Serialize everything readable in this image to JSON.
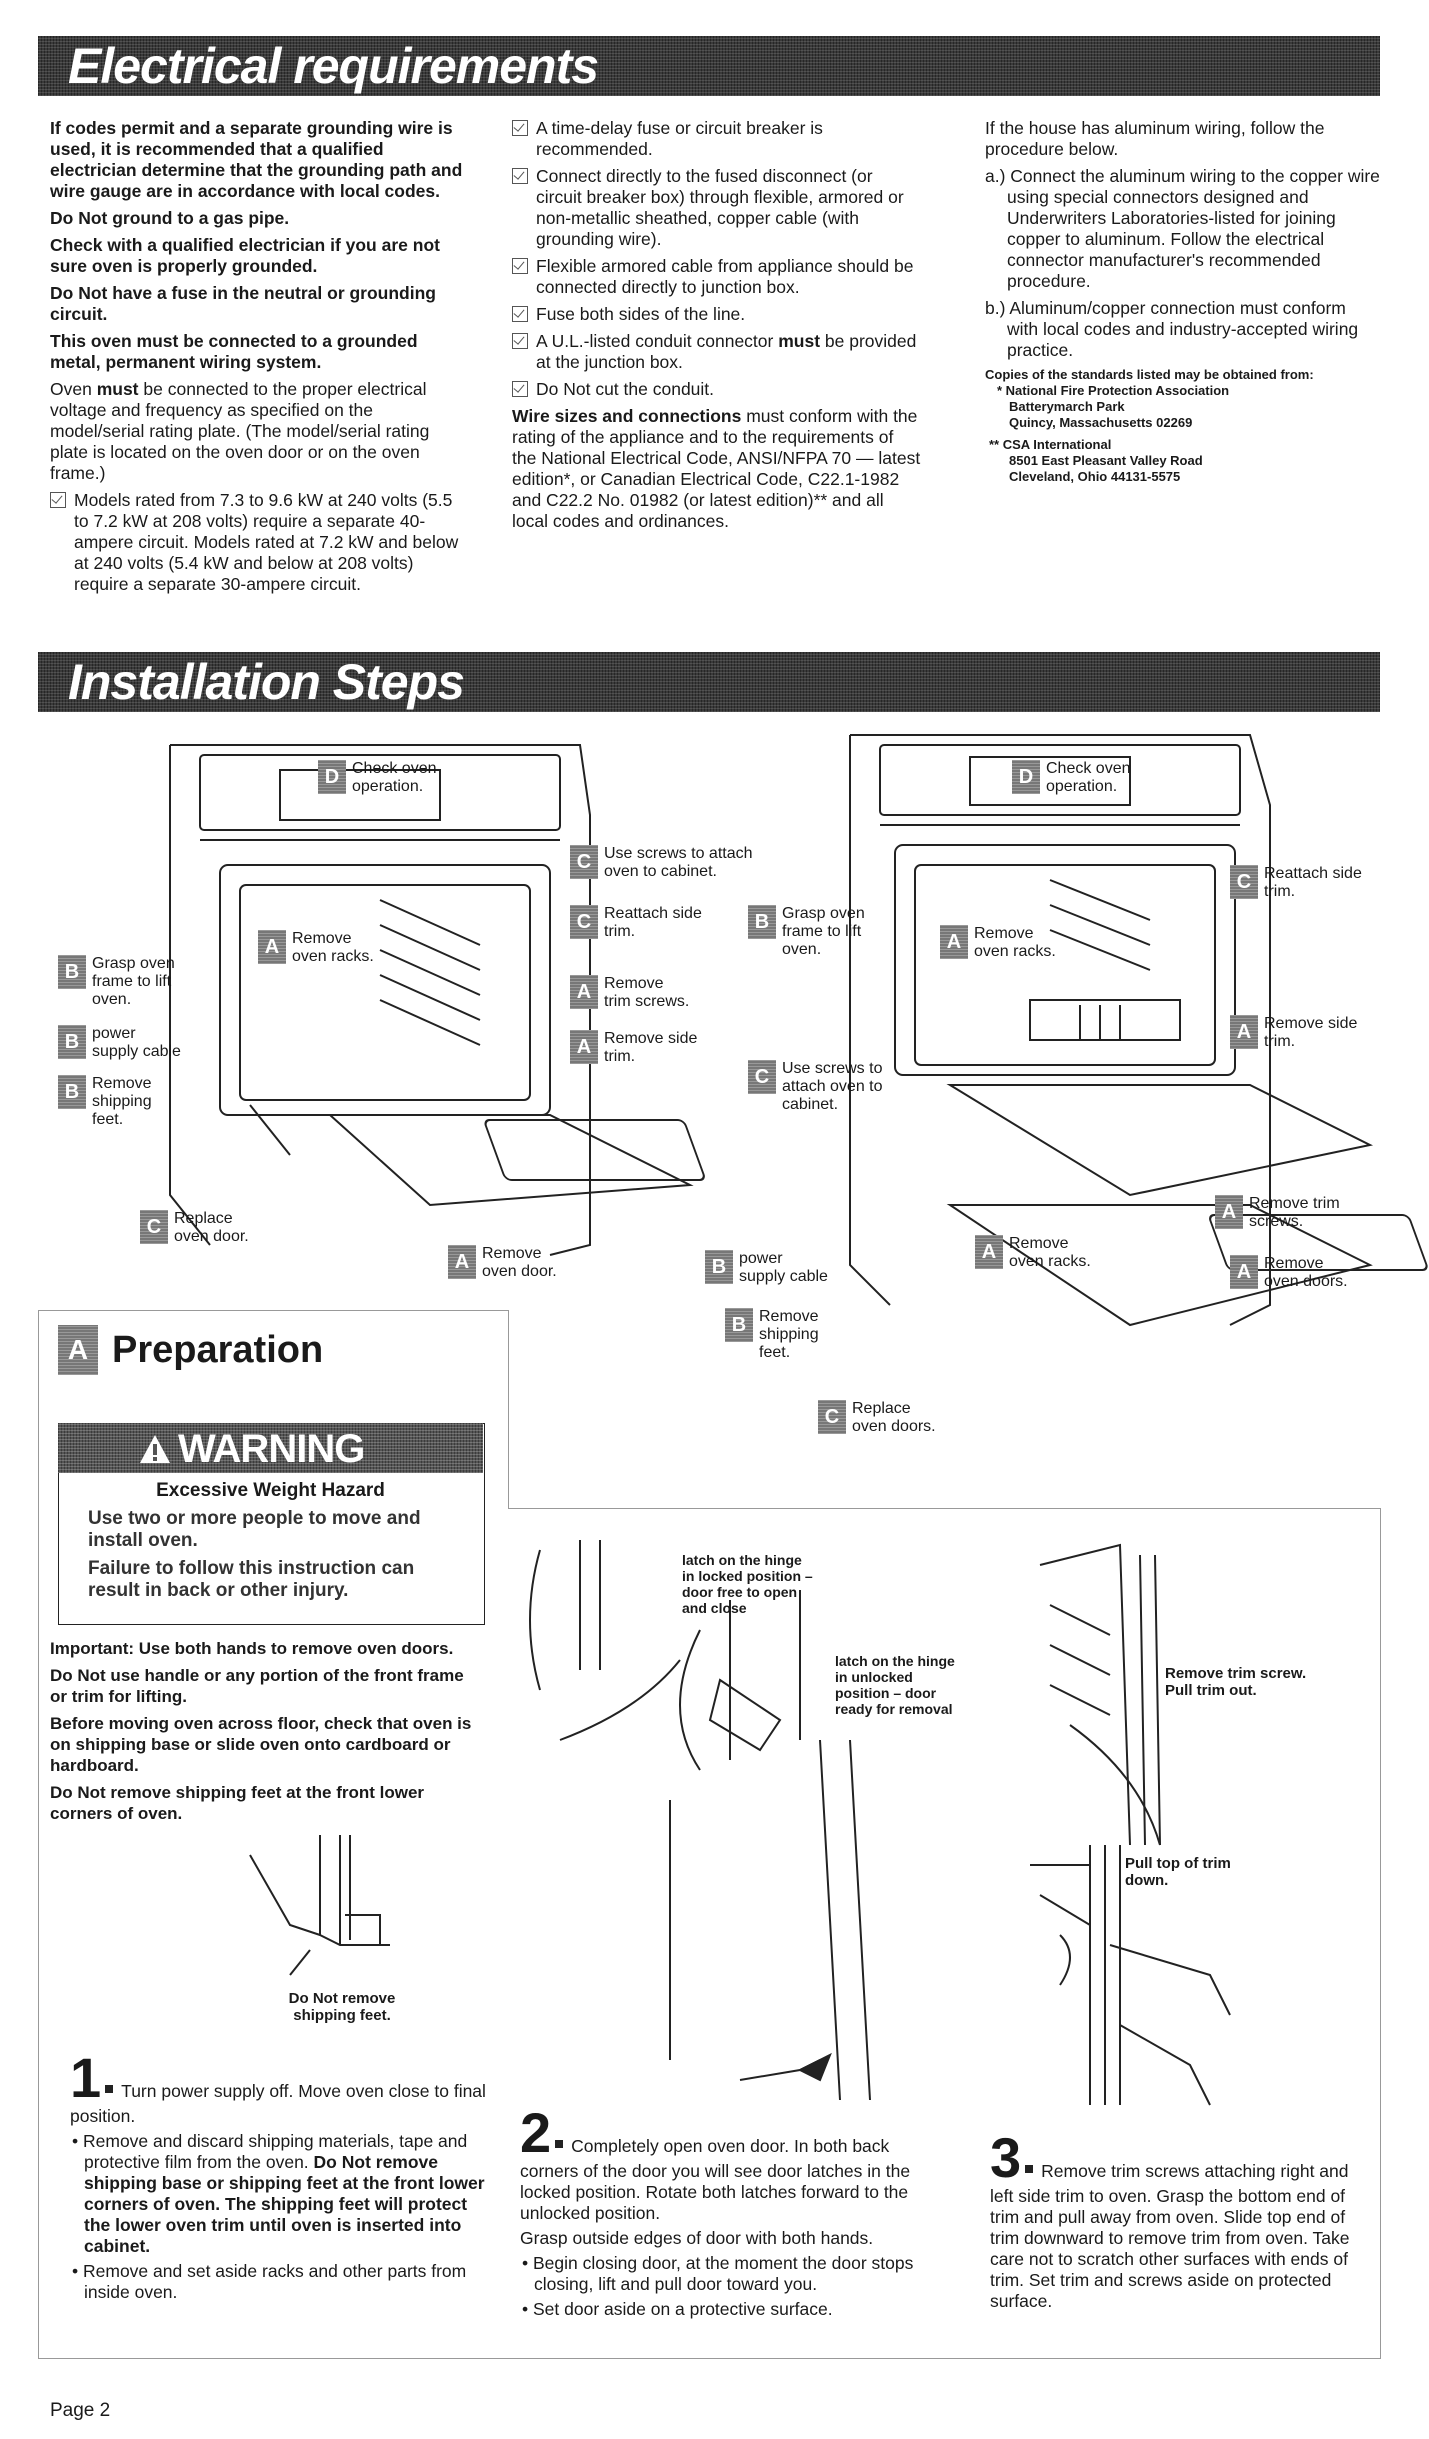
{
  "electrical": {
    "title": "Electrical requirements",
    "col1": {
      "p1": "If codes permit and a separate grounding wire is used, it is recommended that a qualified electrician determine that the grounding path and wire gauge are in accordance with local codes.",
      "p2": "Do Not ground to a gas pipe.",
      "p3": "Check with a qualified electrician if you are not sure oven is properly grounded.",
      "p4": "Do Not have a fuse in the neutral or grounding circuit.",
      "p5": "This oven must be connected to a grounded metal, permanent wiring system.",
      "p6_pre": "Oven ",
      "p6_bold": "must",
      "p6_post": " be connected to the proper electrical voltage and frequency as specified on the model/serial rating plate. (The model/serial rating  plate is located on the oven door or on the oven frame.)",
      "check1": "Models rated from 7.3 to 9.6 kW at 240 volts (5.5 to 7.2 kW at 208 volts) require a separate 40-ampere circuit. Models rated at 7.2 kW and below at 240 volts (5.4 kW and below at 208 volts) require a separate 30-ampere circuit."
    },
    "col2": {
      "check1": "A time-delay fuse or circuit breaker is recommended.",
      "check2": "Connect directly to the fused disconnect (or circuit breaker box) through flexible, armored or non-metallic sheathed, copper cable (with grounding wire).",
      "check3": "Flexible armored cable from appliance should be connected directly to junction box.",
      "check4": "Fuse both sides of the line.",
      "check5_pre": "A U.L.-listed conduit connector ",
      "check5_bold": "must",
      "check5_post": " be provided at the junction box.",
      "check6": "Do Not cut the conduit.",
      "p_bold": "Wire sizes and connections",
      "p_rest": " must conform with the rating of the appliance and to the requirements of the National Electrical Code, ANSI/NFPA 70 — latest edition*, or Canadian Electrical Code, C22.1-1982 and C22.2 No. 01982 (or latest edition)** and all local codes and ordinances."
    },
    "col3": {
      "p1": "If the house has aluminum wiring, follow the procedure below.",
      "a": "a.) Connect the aluminum wiring to the copper wire using special connectors designed and Underwriters Laboratories-listed for joining copper to aluminum. Follow the electrical connector manufacturer's recommended procedure.",
      "b": "b.) Aluminum/copper connection must conform with local codes and industry-accepted wiring practice.",
      "copies": "Copies of the standards listed may be obtained from:",
      "nfpa1": "* National Fire Protection Association",
      "nfpa2": "Batterymarch Park",
      "nfpa3": "Quincy, Massachusetts 02269",
      "csa1": "** CSA International",
      "csa2": "8501 East Pleasant Valley Road",
      "csa3": "Cleveland, Ohio 44131-5575"
    }
  },
  "installation": {
    "title": "Installation Steps",
    "left_labels": [
      {
        "tag": "D",
        "text": "Check oven\noperation."
      },
      {
        "tag": "C",
        "text": "Use screws to attach\noven to cabinet."
      },
      {
        "tag": "C",
        "text": "Reattach side\ntrim."
      },
      {
        "tag": "A",
        "text": "Remove\ntrim screws."
      },
      {
        "tag": "A",
        "text": "Remove side\ntrim."
      },
      {
        "tag": "A",
        "text": "Remove\noven racks."
      },
      {
        "tag": "B",
        "text": "Grasp oven\nframe to lift\noven."
      },
      {
        "tag": "B",
        "text": "power\nsupply cable"
      },
      {
        "tag": "B",
        "text": "Remove\nshipping\nfeet."
      },
      {
        "tag": "C",
        "text": "Replace\noven door."
      },
      {
        "tag": "A",
        "text": "Remove\noven door."
      }
    ],
    "right_labels": [
      {
        "tag": "D",
        "text": "Check oven\noperation."
      },
      {
        "tag": "B",
        "text": "Grasp oven\nframe to lift\noven."
      },
      {
        "tag": "C",
        "text": "Use screws to\nattach oven to\ncabinet."
      },
      {
        "tag": "A",
        "text": "Remove\noven racks."
      },
      {
        "tag": "C",
        "text": "Reattach side\ntrim."
      },
      {
        "tag": "A",
        "text": "Remove side\ntrim."
      },
      {
        "tag": "A",
        "text": "Remove trim\nscrews."
      },
      {
        "tag": "A",
        "text": "Remove\noven doors."
      },
      {
        "tag": "A",
        "text": "Remove\noven racks."
      },
      {
        "tag": "B",
        "text": "power\nsupply cable"
      },
      {
        "tag": "B",
        "text": "Remove\nshipping\nfeet."
      },
      {
        "tag": "C",
        "text": "Replace\noven doors."
      }
    ]
  },
  "preparation": {
    "tag": "A",
    "title": "Preparation",
    "warning_title": "WARNING",
    "hazard": "Excessive Weight Hazard",
    "line1": "Use two or more people to move and install oven.",
    "line2": "Failure to follow this instruction can result in back or other injury.",
    "important": [
      "Important: Use both hands to remove oven doors.",
      "Do Not use handle or any portion of the front frame or trim for lifting.",
      "Before moving oven across floor, check that oven is on shipping base or slide oven onto cardboard or hardboard.",
      "Do Not remove shipping feet at the front lower corners of oven."
    ],
    "feet_caption": "Do Not remove\nshipping feet."
  },
  "steps": {
    "s1": {
      "num": "1",
      "lead": "Turn power supply off. Move oven close to final position.",
      "b1": "Remove and discard shipping materials, tape and protective film from the oven.",
      "b1_bold": "Do Not remove shipping base or shipping feet at the front lower corners of oven. The shipping feet will protect the lower oven trim until oven is inserted into cabinet.",
      "b2": "Remove and set aside racks and other parts from inside oven."
    },
    "s2": {
      "num": "2",
      "lead": "Completely open oven door. In both back corners of the door you will see door latches in the locked position. Rotate both latches forward to the unlocked position.",
      "p2": "Grasp outside edges of door with both hands.",
      "b1": "Begin closing door, at the moment the door stops closing, lift and pull door toward you.",
      "b2": "Set door aside on a protective surface.",
      "cap1": "latch on the hinge\nin locked position –\ndoor free to open\nand close",
      "cap2": "latch on the hinge\nin unlocked\nposition – door\nready for removal"
    },
    "s3": {
      "num": "3",
      "lead": "Remove trim screws attaching right and left side trim to oven. Grasp the bottom end of trim and pull away from oven. Slide top end of trim downward to remove trim from oven. Take care not to scratch other surfaces with ends of trim. Set trim and screws aside on protected surface.",
      "cap1": "Remove trim screw.\nPull trim out.",
      "cap2": "Pull top of trim\ndown."
    }
  },
  "footer": {
    "page": "Page 2"
  }
}
